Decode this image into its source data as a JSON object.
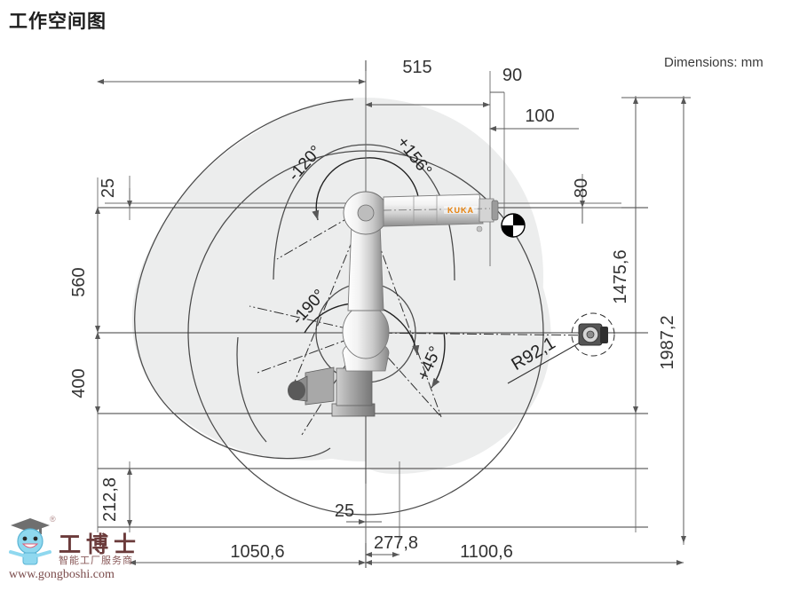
{
  "title": "工作空间图",
  "units_note": "Dimensions: mm",
  "colors": {
    "envelope_fill": "#eceded",
    "envelope_stroke": "#4a4a4a",
    "dim_line": "#585858",
    "text": "#333333",
    "brand_orange": "#e8820c",
    "robot_light": "#f2f2f2",
    "robot_mid": "#b9b9b9",
    "robot_dark": "#6f6f6f"
  },
  "dimensions": {
    "top": [
      {
        "id": "d-515",
        "label": "515"
      },
      {
        "id": "d-90",
        "label": "90"
      },
      {
        "id": "d-100",
        "label": "100"
      }
    ],
    "left": [
      {
        "id": "d-25-left",
        "label": "25"
      },
      {
        "id": "d-560",
        "label": "560"
      },
      {
        "id": "d-400",
        "label": "400"
      },
      {
        "id": "d-212-8",
        "label": "212,8"
      }
    ],
    "right": [
      {
        "id": "d-80",
        "label": "80"
      },
      {
        "id": "d-1475-6",
        "label": "1475,6"
      },
      {
        "id": "d-1987-2",
        "label": "1987,2"
      }
    ],
    "bottom": [
      {
        "id": "d-25-bottom",
        "label": "25"
      },
      {
        "id": "d-277-8",
        "label": "277,8"
      },
      {
        "id": "d-1050-6",
        "label": "1050,6"
      },
      {
        "id": "d-1100-6",
        "label": "1100,6"
      }
    ],
    "radius": [
      {
        "id": "d-r92-1",
        "label": "R92,1"
      }
    ]
  },
  "angles": [
    {
      "id": "a-minus-120",
      "label": "-120°",
      "axis": "A3-upper-left"
    },
    {
      "id": "a-plus-156",
      "label": "+156°",
      "axis": "A3-upper-right"
    },
    {
      "id": "a-minus-190",
      "label": "-190°",
      "axis": "A2-lower-left"
    },
    {
      "id": "a-plus-45",
      "label": "+45°",
      "axis": "A2-lower-right"
    }
  ],
  "robot": {
    "brand": "KUKA",
    "tcp_marker": "datum-quadrant-marker"
  },
  "watermark": {
    "registered": "®",
    "brand_cn": "工博士",
    "tagline": "智能工厂服务商",
    "url": "www.gongboshi.com"
  }
}
